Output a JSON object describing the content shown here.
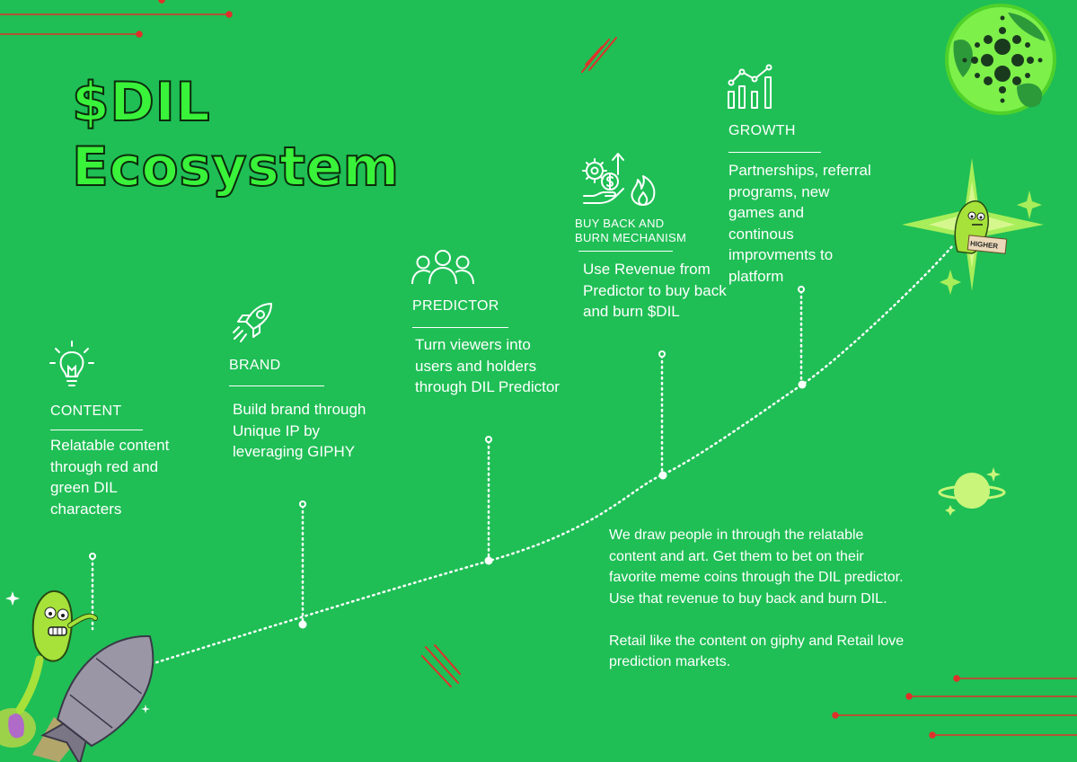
{
  "title": {
    "line1": "$DIL",
    "line2": "Ecosystem"
  },
  "stages": [
    {
      "id": "content",
      "icon": "lightbulb-icon",
      "label": "CONTENT",
      "description": "Relatable content through red and green DIL characters"
    },
    {
      "id": "brand",
      "icon": "rocket-icon",
      "label": "BRAND",
      "description": "Build brand through Unique IP by leveraging GIPHY"
    },
    {
      "id": "predictor",
      "icon": "users-icon",
      "label": "PREDICTOR",
      "description": "Turn viewers into users and holders through DIL Predictor"
    },
    {
      "id": "buyback",
      "icon": "coin-gear-flame-icon",
      "label_line1": "BUY BACK AND",
      "label_line2": "BURN MECHANISM",
      "description": "Use Revenue from Predictor to buy back and burn $DIL"
    },
    {
      "id": "growth",
      "icon": "growth-chart-icon",
      "label": "GROWTH",
      "description": "Partnerships, referral programs, new games and continous improvments to platform"
    }
  ],
  "summary": {
    "paragraph1": "We draw people in through the relatable content and art. Get them to bet on their favorite meme coins through the DIL predictor. Use that revenue to buy back and burn DIL.",
    "paragraph2": "Retail like the content on giphy and Retail love prediction markets."
  },
  "mascot_sign": "HIGHER",
  "colors": {
    "background": "#1fbf55",
    "title_fill": "#39f23a",
    "title_outline": "#0c2a0c",
    "accent_red": "#e0302a",
    "text": "#ffffff",
    "planet_light": "#c8f57a"
  }
}
